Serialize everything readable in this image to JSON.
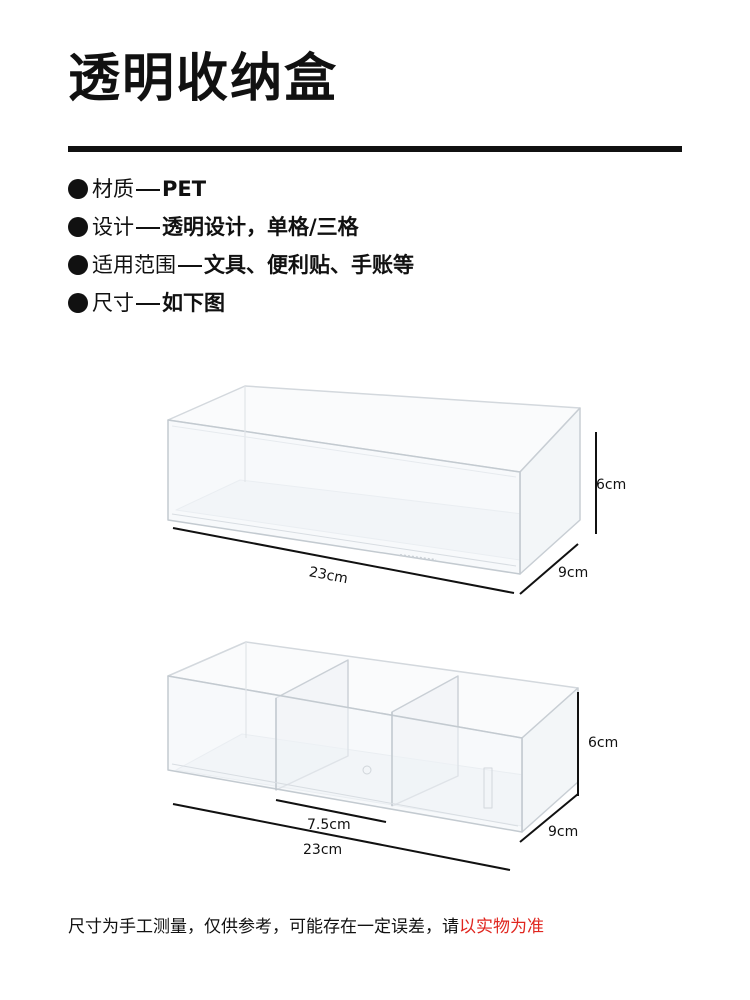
{
  "title": "透明收纳盒",
  "specs": [
    {
      "label": "材质",
      "value": "PET"
    },
    {
      "label": "设计",
      "value": "透明设计，单格/三格"
    },
    {
      "label": "适用范围",
      "value": "文具、便利贴、手账等"
    },
    {
      "label": "尺寸",
      "value": "如下图"
    }
  ],
  "box1": {
    "height": "6cm",
    "length": "23cm",
    "depth": "9cm"
  },
  "box2": {
    "height": "6cm",
    "compartment": "7.5cm",
    "length": "23cm",
    "depth": "9cm"
  },
  "footer": {
    "text": "尺寸为手工测量，仅供参考，可能存在一定误差，请",
    "highlight": "以实物为准"
  },
  "colors": {
    "text": "#111111",
    "highlight": "#e0261f"
  }
}
